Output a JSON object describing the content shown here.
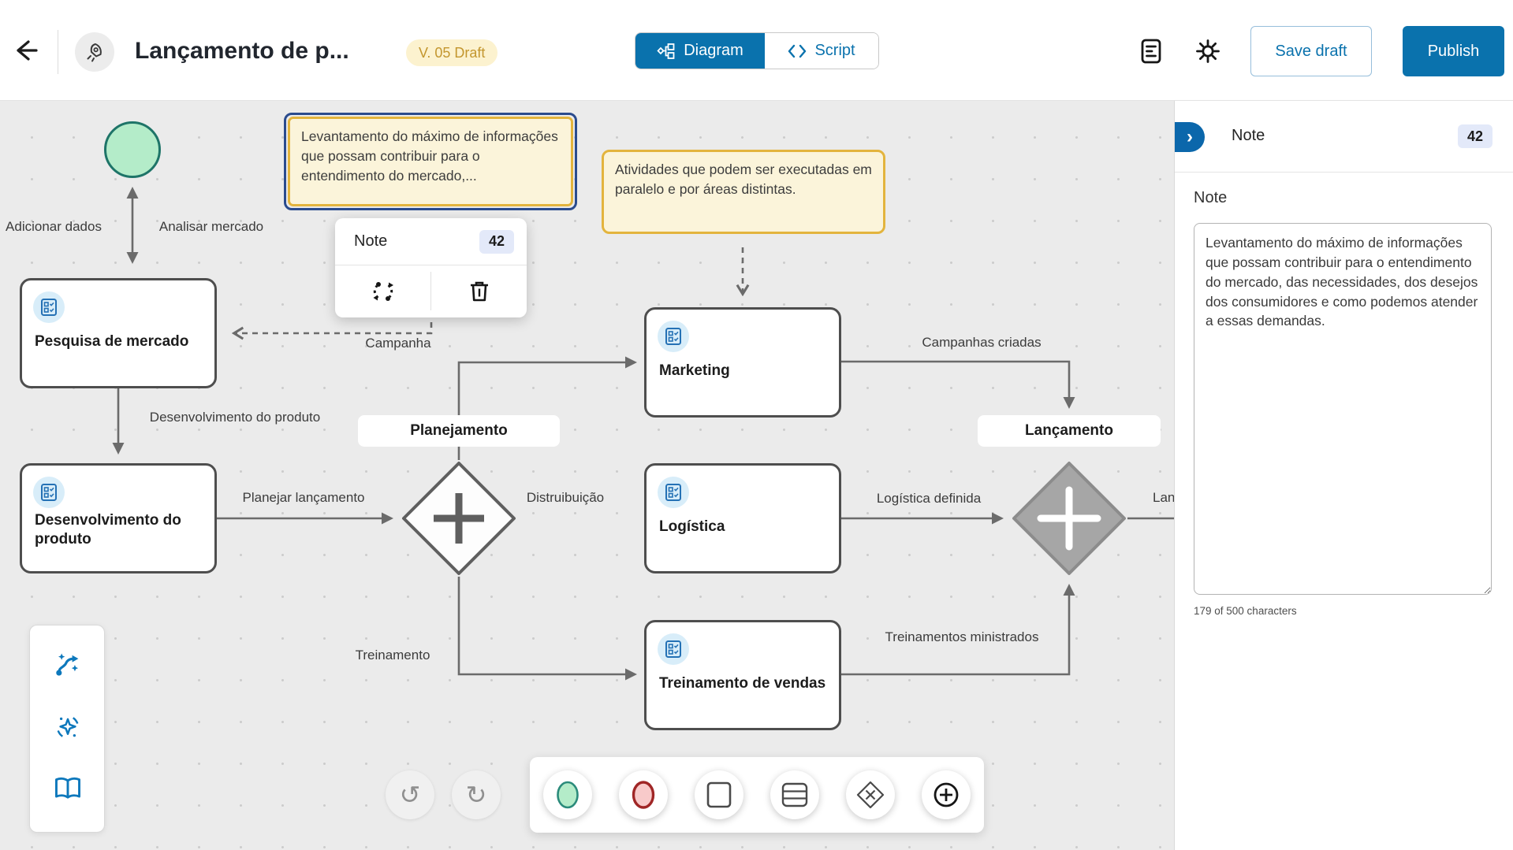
{
  "app": {
    "accent_blue": "#0a72ad",
    "canvas_bg": "#ebebeb",
    "note_fill": "#fbf4da",
    "note_border": "#e3b43d",
    "selection_blue": "#2a4b8d",
    "start_fill": "#b4ecc9",
    "start_stroke": "#1e7468",
    "end_fill": "#f8caca",
    "end_stroke": "#a02626",
    "gateway_gray_fill": "#a6a6a6"
  },
  "header": {
    "title": "Lançamento de p...",
    "version_badge": "V. 05 Draft",
    "tabs": [
      {
        "label": "Diagram",
        "active": true
      },
      {
        "label": "Script",
        "active": false
      }
    ],
    "save_draft_label": "Save draft",
    "publish_label": "Publish"
  },
  "popup": {
    "title": "Note",
    "badge": "42"
  },
  "sidebar": {
    "collapse_chevron": "›",
    "panel_title": "Note",
    "badge": "42",
    "field_label": "Note",
    "note_value": "Levantamento do máximo de informações que possam contribuir para o entendimento do mercado, das necessidades, dos desejos dos consumidores e como podemos atender a essas demandas.",
    "char_count": "179 of 500 characters"
  },
  "canvas": {
    "tasks": [
      "Pesquisa de mercado",
      "Desenvolvimento do produto",
      "Marketing",
      "Logística",
      "Treinamento de vendas"
    ],
    "gateway_labels": [
      "Planejamento",
      "Lançamento"
    ],
    "notes": [
      "Levantamento do máximo de informações que possam contribuir para o entendimento do mercado,...",
      "Atividades que podem ser executadas em paralelo e por áreas distintas."
    ],
    "edge_labels": [
      "Adicionar dados",
      "Analisar mercado",
      "Desenvolvimento do produto",
      "Campanha",
      "Planejar lançamento",
      "Distruibuição",
      "Campanhas criadas",
      "Logística definida",
      "Lan",
      "Treinamento",
      "Treinamentos ministrados"
    ],
    "toolbar": {
      "undo": "↺",
      "redo": "↻"
    }
  }
}
